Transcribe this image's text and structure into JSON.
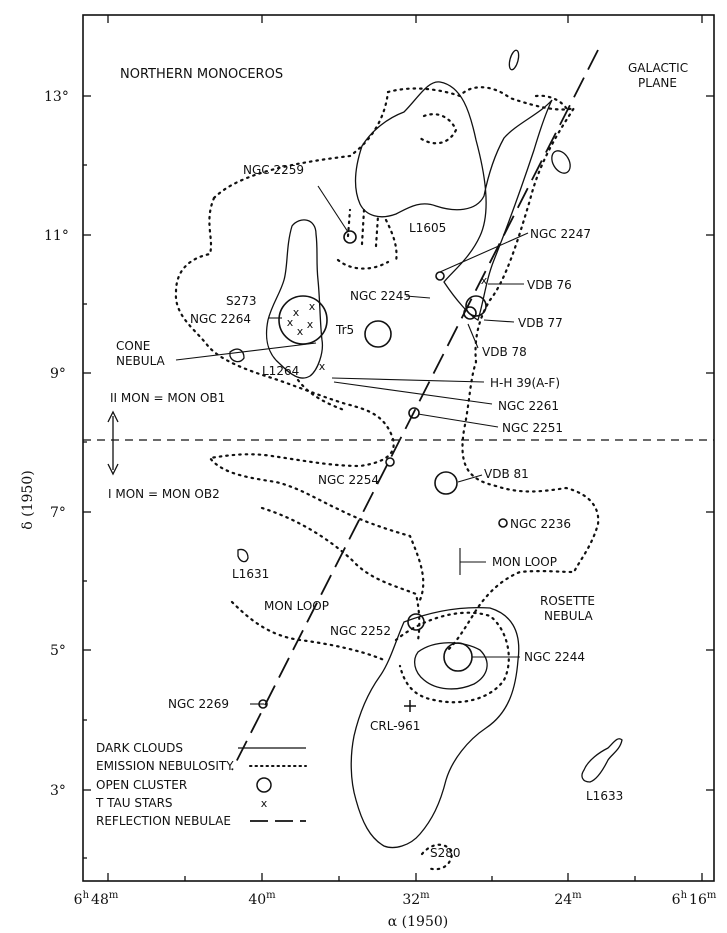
{
  "title": "NORTHERN MONOCEROS",
  "galactic_plane": [
    "GALACTIC",
    "PLANE"
  ],
  "y_axis": {
    "label": "δ (1950)",
    "ticks": [
      "13°",
      "11°",
      "9°",
      "7°",
      "5°",
      "3°"
    ]
  },
  "x_axis": {
    "label": "α (1950)",
    "ticks": [
      {
        "h": "6",
        "hs": "h",
        "m": "48",
        "ms": "m"
      },
      {
        "h": "",
        "hs": "",
        "m": "40",
        "ms": "m"
      },
      {
        "h": "",
        "hs": "",
        "m": "32",
        "ms": "m"
      },
      {
        "h": "",
        "hs": "",
        "m": "24",
        "ms": "m"
      },
      {
        "h": "6",
        "hs": "h",
        "m": "16",
        "ms": "m"
      }
    ]
  },
  "divider_labels": {
    "upper": "II MON = MON OB1",
    "lower": "I MON = MON OB2"
  },
  "labels": {
    "ngc2259": "NGC 2259",
    "l1605": "L1605",
    "ngc2247": "NGC 2247",
    "vdb76": "VDB 76",
    "ngc2245": "NGC 2245",
    "s273": "S273",
    "ngc2264": "NGC 2264",
    "vdb77": "VDB 77",
    "tr5": "Tr5",
    "vdb78": "VDB 78",
    "cone1": "CONE",
    "cone2": "NEBULA",
    "l1264": "L1264",
    "hh39": "H-H 39(A-F)",
    "ngc2261": "NGC 2261",
    "ngc2251": "NGC 2251",
    "vdb81": "VDB 81",
    "ngc2254": "NGC 2254",
    "ngc2236": "NGC 2236",
    "l1631": "L1631",
    "monloop_r": "MON LOOP",
    "monloop_l": "MON LOOP",
    "rosette1": "ROSETTE",
    "rosette2": "NEBULA",
    "ngc2252": "NGC 2252",
    "ngc2244": "NGC 2244",
    "ngc2269": "NGC 2269",
    "crl961": "CRL-961",
    "l1633": "L1633",
    "s280": "S280"
  },
  "legend": [
    {
      "label": "DARK CLOUDS",
      "symbol": "solid-line"
    },
    {
      "label": "EMISSION NEBULOSITY",
      "symbol": "dotted-line"
    },
    {
      "label": "OPEN CLUSTER",
      "symbol": "circle"
    },
    {
      "label": "T TAU STARS",
      "symbol": "x"
    },
    {
      "label": "REFLECTION NEBULAE",
      "symbol": "dash-line"
    }
  ],
  "colors": {
    "ink": "#111111",
    "paper": "#ffffff"
  }
}
